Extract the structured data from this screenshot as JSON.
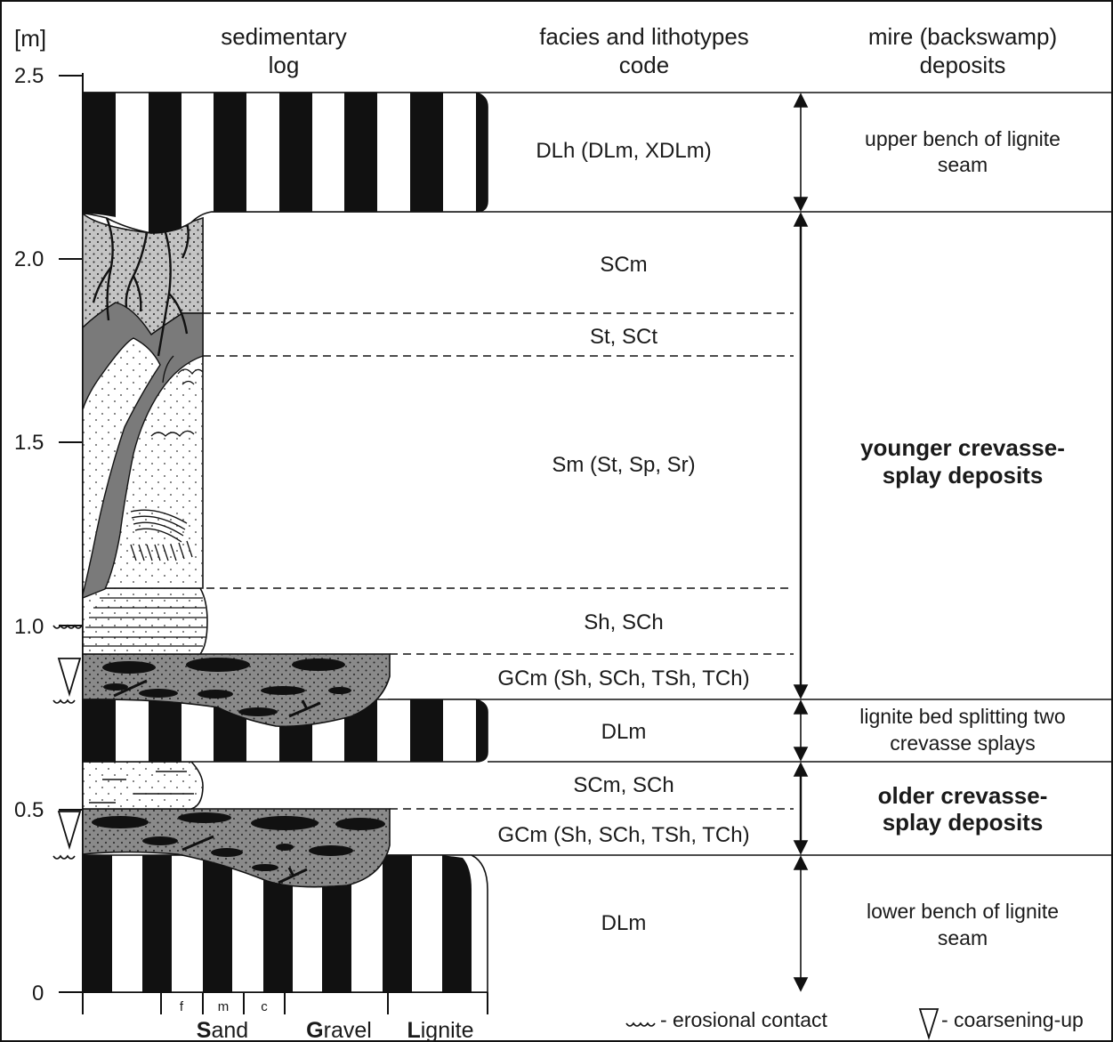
{
  "headers": {
    "unit": "[m]",
    "log": [
      "sedimentary",
      "log"
    ],
    "facies": [
      "facies and lithotypes",
      "code"
    ],
    "mire": [
      "mire (backswamp)",
      "deposits"
    ]
  },
  "axis": {
    "ticks": [
      "2.5",
      "2.0",
      "1.5",
      "1.0",
      "0.5",
      "0"
    ],
    "grain_sizes": [
      "f",
      "m",
      "c"
    ],
    "grain_classes": [
      {
        "initial": "S",
        "rest": "and"
      },
      {
        "initial": "G",
        "rest": "ravel"
      },
      {
        "initial": "L",
        "rest": "ignite"
      }
    ]
  },
  "facies_codes": [
    "DLh (DLm, XDLm)",
    "SCm",
    "St, SCt",
    "Sm (St, Sp, Sr)",
    "Sh, SCh",
    "GCm (Sh, SCh, TSh, TCh)",
    "DLm",
    "SCm, SCh",
    "GCm (Sh, SCh, TSh, TCh)",
    "DLm"
  ],
  "mire_units": [
    {
      "lines": [
        "upper bench of lignite",
        "seam"
      ],
      "bold": false
    },
    {
      "lines": [
        "younger crevasse-",
        "splay deposits"
      ],
      "bold": true
    },
    {
      "lines": [
        "lignite bed splitting two",
        "crevasse splays"
      ],
      "bold": false
    },
    {
      "lines": [
        "older crevasse-",
        "splay deposits"
      ],
      "bold": true
    },
    {
      "lines": [
        "lower bench of lignite",
        "seam"
      ],
      "bold": false
    }
  ],
  "legend": {
    "erosional": "- erosional contact",
    "coarsening": "- coarsening-up"
  }
}
